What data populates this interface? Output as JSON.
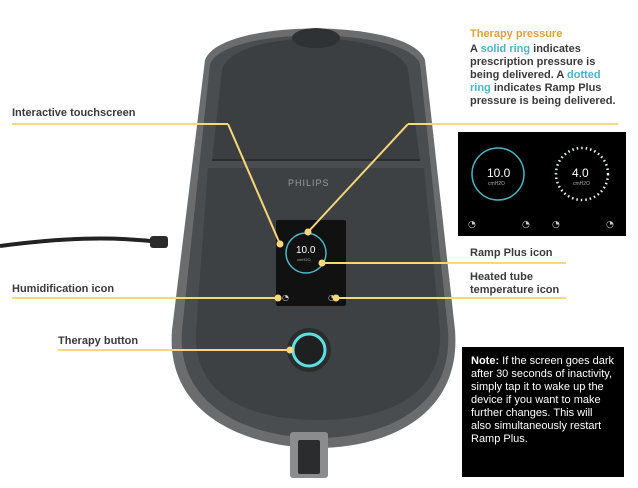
{
  "device": {
    "brand": "PHILIPS",
    "pressure_value": "10.0",
    "pressure_unit": "cmH2O"
  },
  "inset": {
    "left_value": "10.0",
    "left_unit": "cmH2O",
    "right_value": "4.0",
    "right_unit": "cmH2O"
  },
  "callouts": {
    "touchscreen": "Interactive touchscreen",
    "humidification": "Humidification icon",
    "therapy_button": "Therapy button",
    "ramp_plus": "Ramp Plus icon",
    "heated_tube_1": "Heated tube",
    "heated_tube_2": "temperature icon"
  },
  "therapy_pressure": {
    "title": "Therapy pressure",
    "t1": "A ",
    "solid": "solid ring",
    "t2": " indicates prescription pressure is being delivered. A ",
    "dotted": "dotted ring",
    "t3": " indicates Ramp Plus pressure is being delivered."
  },
  "note": {
    "bold": "Note:",
    "text": " If the screen goes dark after 30 seconds of inactivity, simply tap it to wake up the device if you want to make further changes. This will also simultaneously restart Ramp Plus."
  },
  "colors": {
    "callout_line": "#f6d77a",
    "accent_teal": "#48b7c4",
    "device_body": "#4a4d4f",
    "device_top": "#3c3f41"
  }
}
